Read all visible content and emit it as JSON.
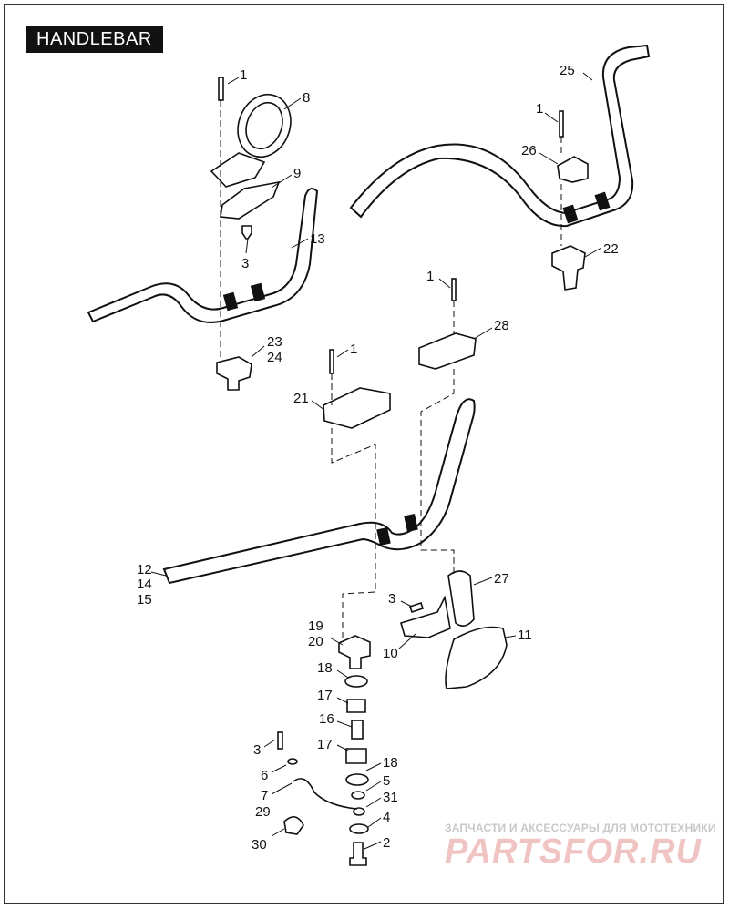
{
  "title": "HANDLEBAR",
  "callouts": [
    "1",
    "8",
    "9",
    "3",
    "13",
    "1",
    "25",
    "26",
    "22",
    "1",
    "28",
    "23",
    "24",
    "1",
    "21",
    "12",
    "14",
    "15",
    "27",
    "3",
    "19",
    "20",
    "10",
    "11",
    "18",
    "17",
    "16",
    "17",
    "18",
    "5",
    "31",
    "4",
    "2",
    "3",
    "6",
    "7",
    "29",
    "30"
  ],
  "watermark": {
    "line1": "ЗАПЧАСТИ И АКСЕССУАРЫ ДЛЯ МОТОТЕХНИКИ",
    "line2": "PARTSFOR.RU"
  }
}
